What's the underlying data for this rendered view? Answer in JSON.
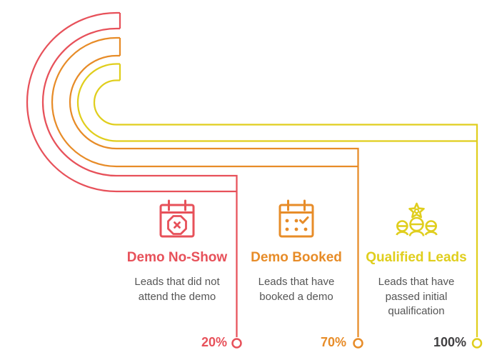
{
  "colors": {
    "red": "#e7515a",
    "orange": "#e78c28",
    "yellow": "#e0ce1d",
    "gray": "#555555",
    "dark": "#414042",
    "bg": "#ffffff"
  },
  "funnel": {
    "stages": [
      {
        "title": "Demo No-Show",
        "description_lines": [
          "Leads that did not",
          "attend the demo"
        ],
        "percent": "20%",
        "percent_value": 20,
        "icon": "calendar-no-show-icon",
        "color_name": "red"
      },
      {
        "title": "Demo Booked",
        "description_lines": [
          "Leads that have",
          "booked a demo"
        ],
        "percent": "70%",
        "percent_value": 70,
        "icon": "calendar-booked-icon",
        "color_name": "orange"
      },
      {
        "title": "Qualified Leads",
        "description_lines": [
          "Leads that have",
          "passed initial",
          "qualification"
        ],
        "percent": "100%",
        "percent_value": 100,
        "icon": "qualified-leads-icon",
        "color_name": "yellow"
      }
    ]
  }
}
